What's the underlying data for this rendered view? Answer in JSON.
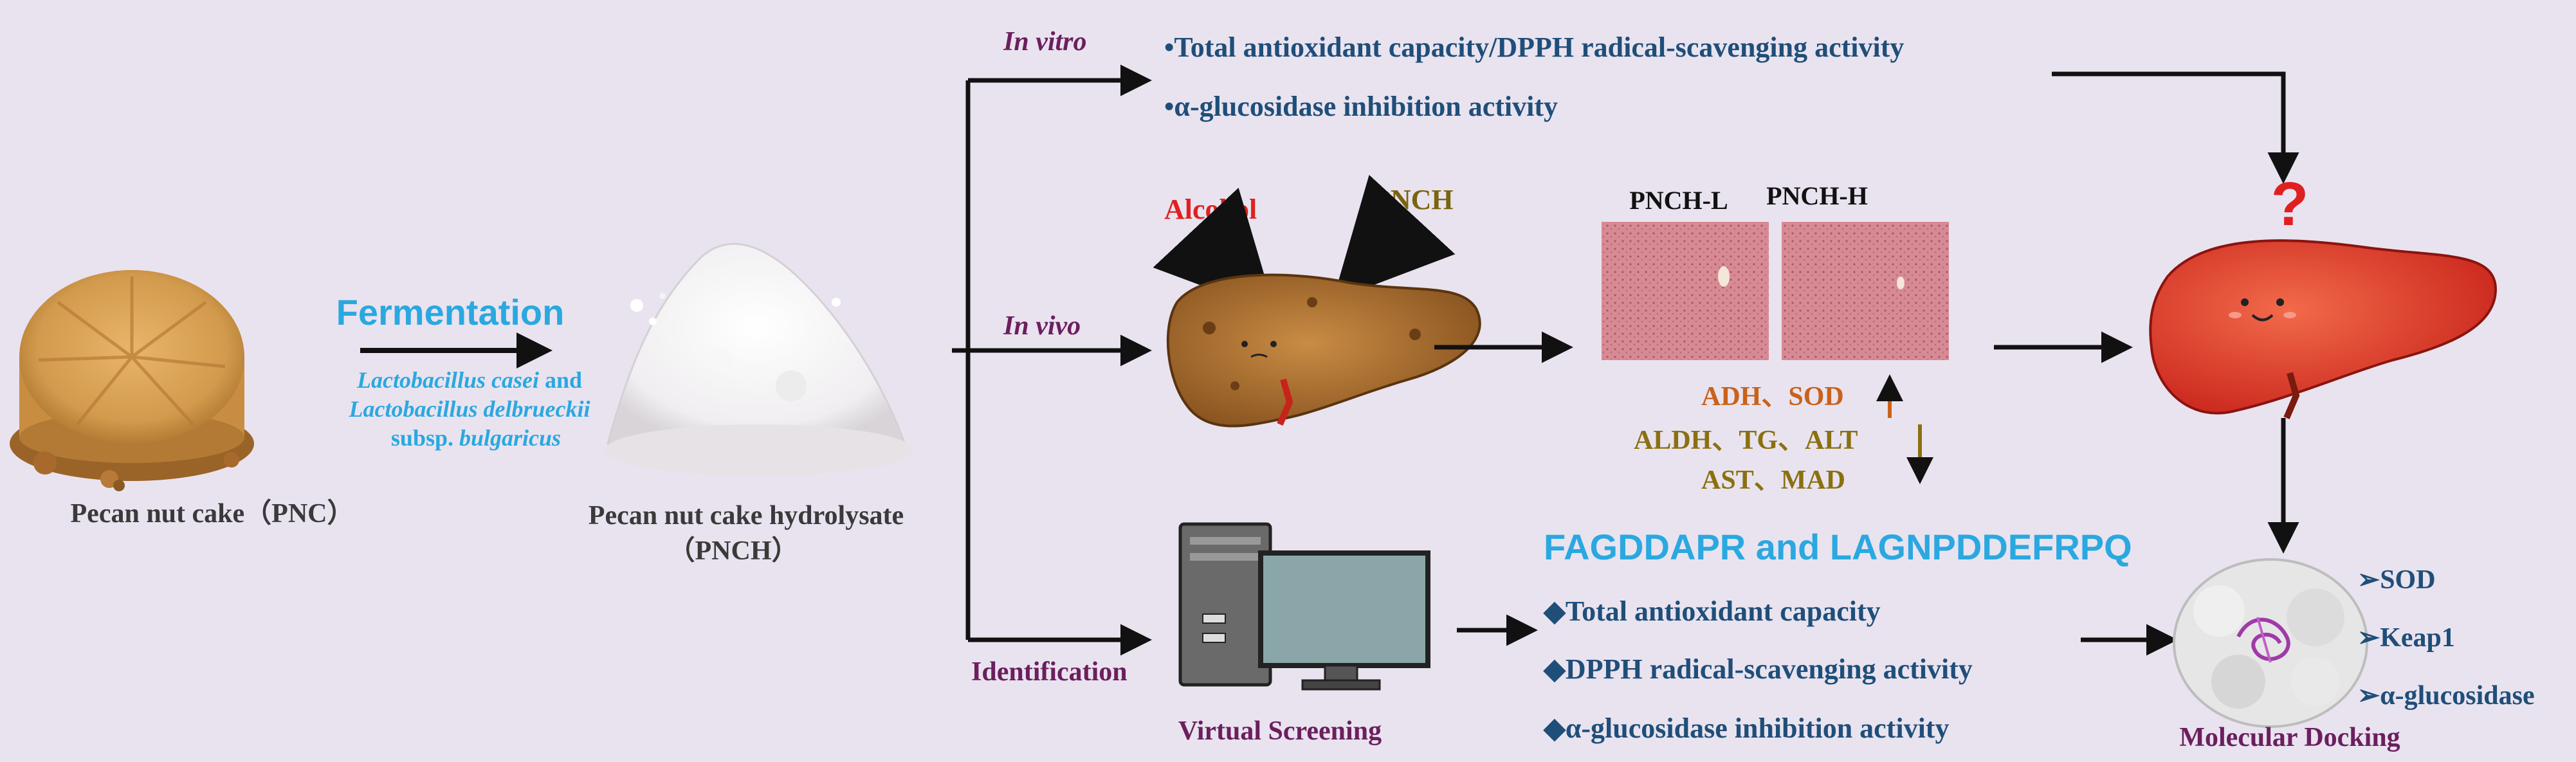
{
  "colors": {
    "background": "#e9e3ef",
    "navy_text": "#1f4e79",
    "purple_text": "#6b1f5e",
    "cyan_text": "#2aa8e0",
    "alcohol_red": "#e02020",
    "pnch_olive": "#7a6410",
    "enzyme_orange": "#c8621a",
    "enzyme_olive": "#8a7010",
    "arrow_black": "#111111",
    "diamond_blue": "#2a5a86"
  },
  "icons": {
    "cake": "pecan-nut-cake-image",
    "powder": "hydrolysate-powder-image",
    "liver_damaged": "damaged-liver-icon",
    "liver_healthy": "healthy-liver-icon",
    "computer": "computer-icon",
    "protein": "protein-structure-image",
    "question": "question-mark-icon",
    "up": "up-arrow-icon",
    "down": "down-arrow-icon"
  },
  "raw_material": {
    "label": "Pecan nut cake（PNC）"
  },
  "fermentation": {
    "title": "Fermentation",
    "strain_line1_italic": "Lactobacillus casei",
    "strain_line1_rest": " and",
    "strain_line2": "Lactobacillus delbrueckii",
    "strain_line3_prefix": "subsp. ",
    "strain_line3_italic": "bulgaricus"
  },
  "hydrolysate": {
    "label_line1": "Pecan nut cake hydrolysate",
    "label_line2": "（PNCH）"
  },
  "branches": {
    "in_vitro": "In vitro",
    "in_vivo": "In vivo",
    "identification": "Identification"
  },
  "in_vitro_results": [
    "•Total antioxidant capacity/DPPH radical-scavenging activity",
    "•α-glucosidase inhibition activity"
  ],
  "in_vivo": {
    "alcohol_label": "Alcohol",
    "pnch_label": "PNCH",
    "histology_low": "PNCH-L",
    "histology_high": "PNCH-H",
    "increased": "ADH、SOD",
    "decreased_line1": "ALDH、TG、ALT",
    "decreased_line2": "AST、MAD"
  },
  "outcome": {
    "question_mark": "?"
  },
  "identification": {
    "virtual_screening_label": "Virtual Screening",
    "peptides": "FAGDDAPR and LAGNPDDEFRPQ",
    "activities": [
      "◆Total antioxidant capacity",
      "◆DPPH radical-scavenging activity",
      "◆α-glucosidase inhibition activity"
    ],
    "docking_label": "Molecular Docking",
    "targets": [
      "➢SOD",
      "➢Keap1",
      "➢α-glucosidase"
    ]
  }
}
